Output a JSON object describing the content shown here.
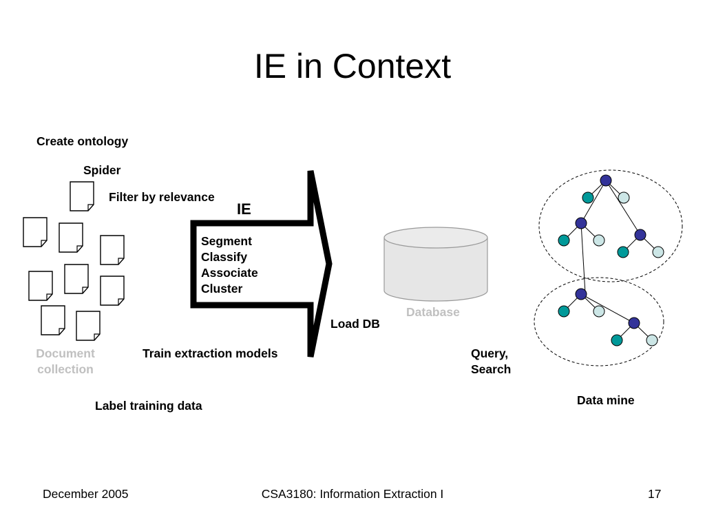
{
  "slide": {
    "title": "IE in Context",
    "labels": {
      "create_ontology": "Create ontology",
      "spider": "Spider",
      "filter": "Filter by relevance",
      "ie": "IE",
      "steps": [
        "Segment",
        "Classify",
        "Associate",
        "Cluster"
      ],
      "database": "Database",
      "load_db": "Load DB",
      "doc_collection": [
        "Document",
        "collection"
      ],
      "train_models": "Train extraction models",
      "query_search": [
        "Query,",
        "Search"
      ],
      "data_mine": "Data mine",
      "label_training": "Label training data"
    },
    "colors": {
      "node_dark": "#333399",
      "node_teal": "#009999",
      "node_light": "#cce6e6",
      "caption_grey": "#c0c0c0",
      "db_fill": "#e6e6e6"
    }
  },
  "footer": {
    "date": "December 2005",
    "course": "CSA3180: Information Extraction I",
    "page": "17"
  }
}
